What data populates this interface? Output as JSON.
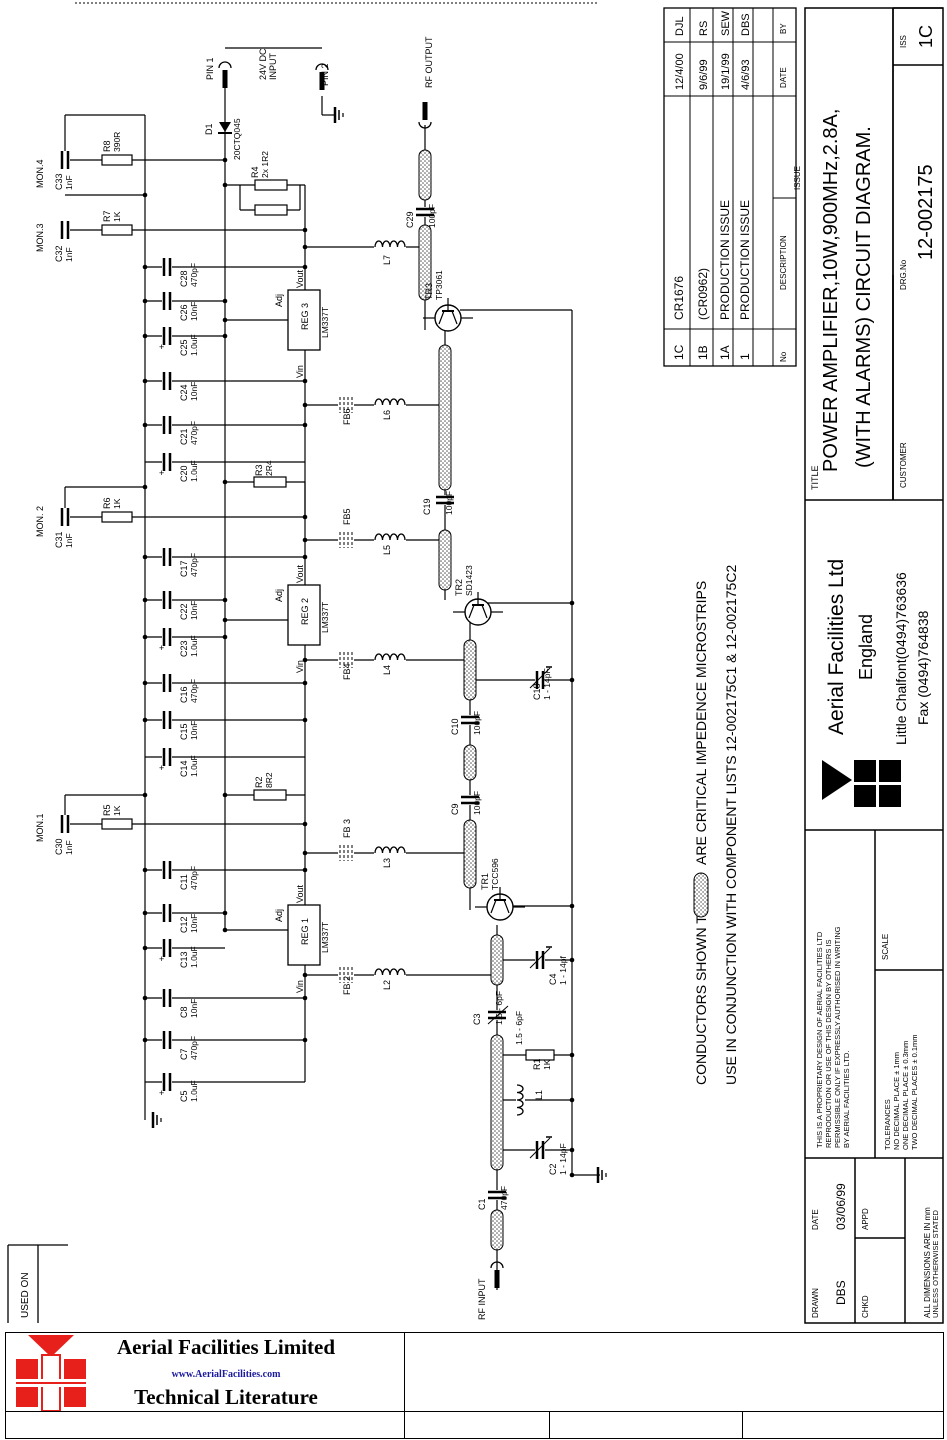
{
  "schematic": {
    "pins": {
      "pin1": "PIN 1",
      "pin2": "PIN 2",
      "dc_input": [
        "24V DC",
        "INPUT"
      ],
      "rf_output": "RF OUTPUT",
      "rf_input": "RF INPUT"
    },
    "monitors": [
      "MON.4",
      "MON.3",
      "MON. 2",
      "MON.1"
    ],
    "components": [
      {
        "ref": "D1",
        "value": "20CTQ045"
      },
      {
        "ref": "R4",
        "value": "2x 1R2"
      },
      {
        "ref": "R8",
        "value": "390R"
      },
      {
        "ref": "R7",
        "value": "1K"
      },
      {
        "ref": "R6",
        "value": "1K"
      },
      {
        "ref": "R5",
        "value": "1K"
      },
      {
        "ref": "R3",
        "value": "2R4"
      },
      {
        "ref": "R2",
        "value": "8R2"
      },
      {
        "ref": "R1",
        "value": "1K"
      },
      {
        "ref": "C33",
        "value": "1nF"
      },
      {
        "ref": "C32",
        "value": "1nF"
      },
      {
        "ref": "C31",
        "value": "1nF"
      },
      {
        "ref": "C30",
        "value": "1nF"
      },
      {
        "ref": "C28",
        "value": "470pF"
      },
      {
        "ref": "C26",
        "value": "10nF"
      },
      {
        "ref": "C25",
        "value": "1.0uF"
      },
      {
        "ref": "C24",
        "value": "10nF"
      },
      {
        "ref": "C21",
        "value": "470pF"
      },
      {
        "ref": "C20",
        "value": "1.0uF"
      },
      {
        "ref": "C17",
        "value": "470pF"
      },
      {
        "ref": "C22",
        "value": "10nF"
      },
      {
        "ref": "C23",
        "value": "1.0uF"
      },
      {
        "ref": "C16",
        "value": "470pF"
      },
      {
        "ref": "C15",
        "value": "10nF"
      },
      {
        "ref": "C14",
        "value": "1.0uF"
      },
      {
        "ref": "C11",
        "value": "470pF"
      },
      {
        "ref": "C12",
        "value": "10nF"
      },
      {
        "ref": "C13",
        "value": "1.0uF"
      },
      {
        "ref": "C8",
        "value": "10nF"
      },
      {
        "ref": "C7",
        "value": "470pF"
      },
      {
        "ref": "C5",
        "value": "1.0uF"
      },
      {
        "ref": "C29",
        "value": "100pF"
      },
      {
        "ref": "C19",
        "value": "100pF"
      },
      {
        "ref": "C10",
        "value": "100pF"
      },
      {
        "ref": "C9",
        "value": "100pF"
      },
      {
        "ref": "C18",
        "value": "1 - 14pF"
      },
      {
        "ref": "C4",
        "value": "1 - 14pf"
      },
      {
        "ref": "C3",
        "value": "1.5 - 6pF"
      },
      {
        "ref": "C2",
        "value": "1 - 14pF"
      },
      {
        "ref": "C1",
        "value": "470pF"
      },
      {
        "ref": "TR3",
        "value": "TP3061"
      },
      {
        "ref": "TR2",
        "value": "SD1423"
      },
      {
        "ref": "TR1",
        "value": "TCC596"
      },
      {
        "ref": "REG 3",
        "value": "LM337T"
      },
      {
        "ref": "REG 2",
        "value": "LM337T"
      },
      {
        "ref": "REG 1",
        "value": "LM337T"
      },
      {
        "ref": "L7"
      },
      {
        "ref": "L6"
      },
      {
        "ref": "L5"
      },
      {
        "ref": "L4"
      },
      {
        "ref": "L3"
      },
      {
        "ref": "L2"
      },
      {
        "ref": "L1"
      },
      {
        "ref": "FB6"
      },
      {
        "ref": "FB5"
      },
      {
        "ref": "FB4"
      },
      {
        "ref": "FB 3"
      },
      {
        "ref": "FB 2"
      }
    ],
    "reg_pins": {
      "adj": "Adj",
      "vin": "Vin",
      "vout": "Vout"
    }
  },
  "notes": {
    "conductors": "CONDUCTORS SHOWN THUS:",
    "microstrips": "ARE CRITICAL IMPEDENCE MICROSTRIPS",
    "component_lists": "USE IN CONJUNCTION WITH COMPONENT LISTS 12-002175C1 & 12-002175C2"
  },
  "issue_table": {
    "header": {
      "no": "No",
      "description": "DESCRIPTION",
      "date": "DATE",
      "by": "BY"
    },
    "rows": [
      {
        "no": "1C",
        "description": "CR1676",
        "date": "12/4/00",
        "by": "DJL"
      },
      {
        "no": "1B",
        "description": "(CR0962)",
        "date": "9/6/99",
        "by": "RS"
      },
      {
        "no": "1A",
        "description": "PRODUCTION ISSUE",
        "date": "19/1/99",
        "by": "SEW"
      },
      {
        "no": "1",
        "description": "PRODUCTION ISSUE",
        "date": "4/6/93",
        "by": "DBS"
      }
    ],
    "caption": "ISSUE"
  },
  "title_block": {
    "title_label": "TITLE",
    "title_lines": [
      "POWER AMPLIFIER,10W,900MHz,2.8A,",
      "(WITH ALARMS) CIRCUIT DIAGRAM."
    ],
    "customer_label": "CUSTOMER",
    "drg_label": "DRG.No",
    "drg_no": "12-002175",
    "iss_label": "ISS",
    "iss": "1C",
    "company": [
      "Aerial Facilities Ltd",
      "England"
    ],
    "contact": [
      "Little Chalfont(0494)763636",
      "Fax (0494)764838"
    ],
    "proprietary": [
      "THIS IS A PROPRIETARY DESIGN OF AERIAL FACILITIES LTD",
      "REPRODUCTION OR USE OF THIS DESIGN BY OTHERS IS",
      "PERMISSIBLE ONLY IF EXPRESSLY AUTHORISED IN WRITING",
      "BY AERIAL FACILITIES LTD."
    ],
    "scale_label": "SCALE",
    "tolerances": [
      "TOLERANCES",
      "NO DECIMAL PLACE ± 1mm",
      "ONE DECIMAL PLACE ± 0.3mm",
      "TWO DECIMAL PLACES ± 0.1mm"
    ],
    "dimensions": [
      "ALL DIMENSIONS ARE IN mm",
      "UNLESS OTHERWISE STATED"
    ],
    "drawn_label": "DRAWN",
    "drawn": "DBS",
    "date_label": "DATE",
    "date": "03/06/99",
    "chkd_label": "CHKD",
    "appd_label": "APPD",
    "used_on": "USED ON"
  },
  "footer": {
    "company": "Aerial Facilities Limited",
    "url": "www.AerialFacilities.com",
    "tagline": "Technical Literature"
  },
  "colors": {
    "ink": "#000000",
    "logo_red": "#e8201c",
    "url_blue": "#1a1aa0"
  }
}
